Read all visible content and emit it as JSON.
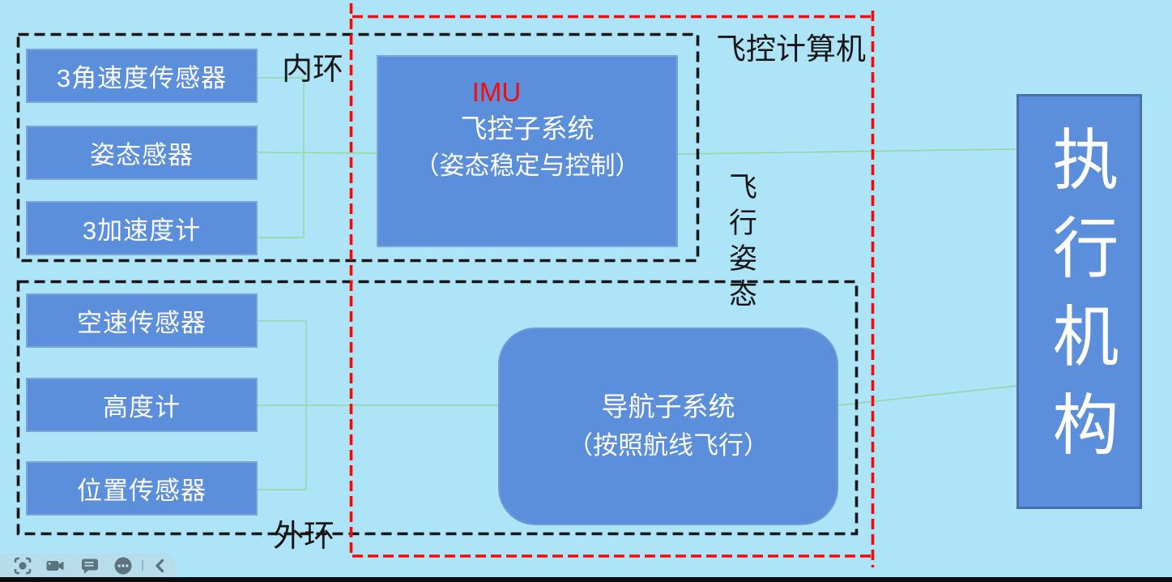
{
  "colors": {
    "background": "#ADE4F7",
    "node_fill": "#5B8FDC",
    "node_border": "#7CA4D9",
    "actuator_border": "#4A6FAE",
    "dash_black": "#161616",
    "dash_red": "#F80808",
    "connector_green": "#96D7A6",
    "imu_red": "#FB0A0A",
    "toolbar_pill": "#B7DCEA",
    "toolbar_icon": "#5D7480"
  },
  "labels": {
    "inner_loop": "内环",
    "outer_loop": "外环",
    "flight_computer": "飞控计算机",
    "flight_attitude": "飞行姿态",
    "actuator": "执行机构"
  },
  "inner_sensors": [
    {
      "label": "3角速度传感器"
    },
    {
      "label": "姿态感器"
    },
    {
      "label": "3加速度计"
    }
  ],
  "outer_sensors": [
    {
      "label": "空速传感器"
    },
    {
      "label": "高度计"
    },
    {
      "label": "位置传感器"
    }
  ],
  "flight_control_subsystem": {
    "imu_tag": "IMU",
    "title": "飞控子系统",
    "subtitle": "（姿态稳定与控制）"
  },
  "navigation_subsystem": {
    "title": "导航子系统",
    "subtitle": "（按照航线飞行）"
  },
  "toolbar": {
    "icons": [
      "screenshot-icon",
      "video-camera-icon",
      "chat-icon",
      "more-icon",
      "chevron-left-icon"
    ]
  }
}
